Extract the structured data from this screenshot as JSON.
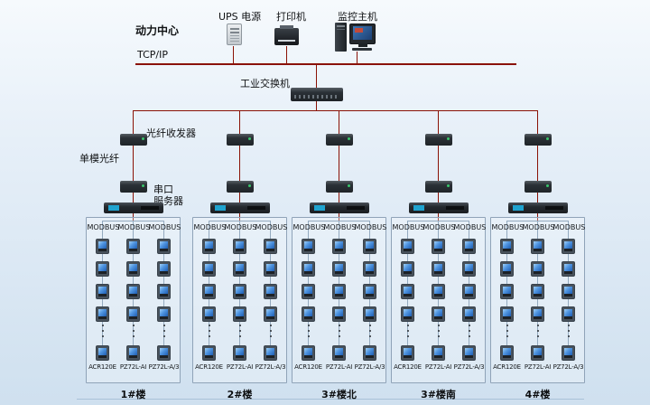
{
  "colors": {
    "trunk_line": "#8a1206",
    "branch_line": "#8a1206",
    "bus_line": "#94aabf",
    "box_border": "#8fa3b8"
  },
  "header": {
    "site_label": "动力中心",
    "network_label": "TCP/IP",
    "ups_label": "UPS 电源",
    "printer_label": "打印机",
    "host_label": "监控主机"
  },
  "switch_label": "工业交换机",
  "labels": {
    "fiber_transceiver": "光纤收发器",
    "single_mode_fiber": "单模光纤",
    "serial_server": "串口\n服务器"
  },
  "group_template": {
    "columns": [
      {
        "bus_label": "MODBUS",
        "model": "ACR120E"
      },
      {
        "bus_label": "MODBUS",
        "model": "PZ72L-AI"
      },
      {
        "bus_label": "MODBUS",
        "model": "PZ72L-A/3"
      }
    ],
    "meter_rows_above_ellipsis": 4,
    "meter_rows_below_ellipsis": 1,
    "ellipsis": "⋮"
  },
  "groups": [
    {
      "building": "1#楼"
    },
    {
      "building": "2#楼"
    },
    {
      "building": "3#楼北"
    },
    {
      "building": "3#楼南"
    },
    {
      "building": "4#楼"
    }
  ]
}
